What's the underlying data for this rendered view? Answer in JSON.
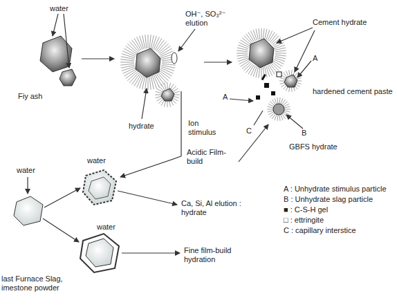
{
  "diagram": {
    "labels": [
      "water",
      "Fiy ash",
      "OH⁻, SO₃²⁻ elution",
      "hydrate",
      "Ion stimulus",
      "Cement hydrate",
      "A",
      "hardened cement paste",
      "A",
      "B",
      "GBFS hydrate",
      "C",
      "water",
      "water",
      "Acidic Film-build",
      "Ca, Si, Al elution : hydrate",
      "water",
      "Fine film-build hydration",
      "last Furnace Slag, imestone powder"
    ],
    "legend": [
      {
        "text": "A : Unhydrate stimulus particle"
      },
      {
        "text": "B : Unhydrate slag particle"
      },
      {
        "text": "■ : C-S-H gel"
      },
      {
        "text": "□ : ettringite"
      },
      {
        "text": "C : capillary interstice"
      }
    ]
  }
}
